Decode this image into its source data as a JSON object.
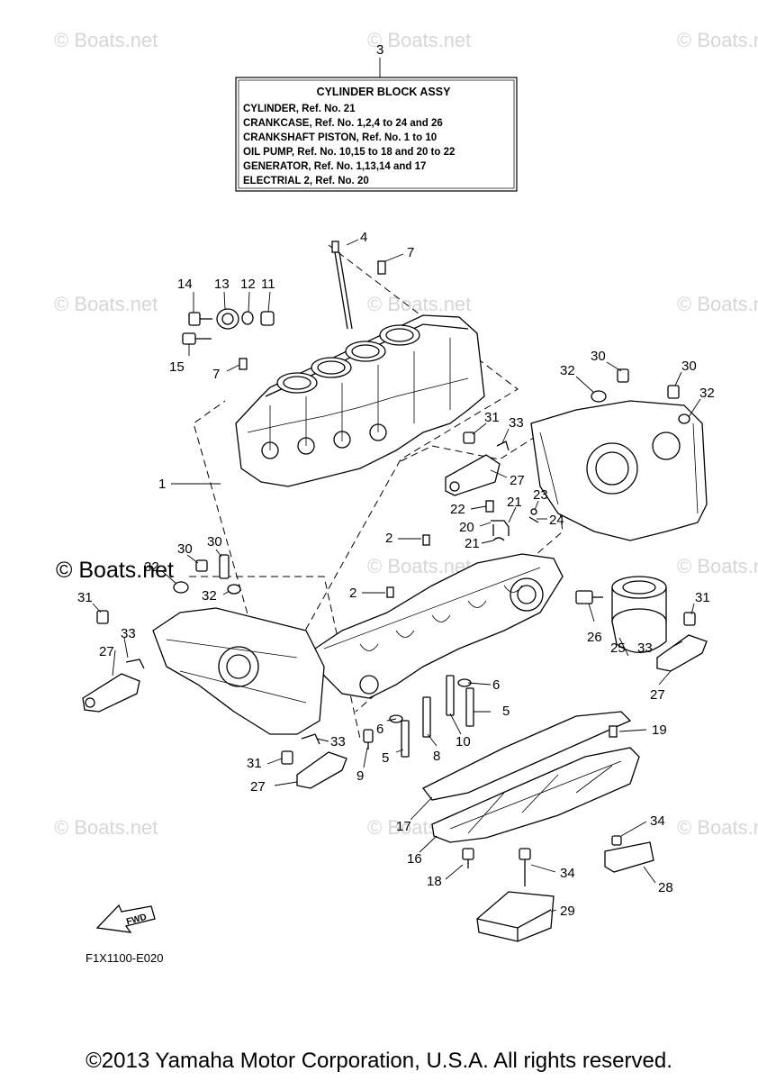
{
  "watermark": "© Boats.net",
  "assembly_box": {
    "ref": "3",
    "title": "CYLINDER BLOCK ASSY",
    "lines": [
      "CYLINDER, Ref. No. 21",
      "CRANKCASE,  Ref. No. 1,2,4 to 24 and 26",
      "CRANKSHAFT PISTON,  Ref. No. 1 to 10",
      "OIL PUMP,  Ref. No. 10,15 to 18 and 20 to 22",
      "GENERATOR,  Ref. No. 1,13,14 and 17",
      "ELECTRIAL 2,  Ref. No. 20"
    ]
  },
  "callouts": {
    "c4": "4",
    "c7a": "7",
    "c14": "14",
    "c13": "13",
    "c12": "12",
    "c11": "11",
    "c15": "15",
    "c7b": "7",
    "c1": "1",
    "c30a": "30",
    "c32a": "32",
    "c30b": "30",
    "c32b": "32",
    "c31a": "31",
    "c33a": "33",
    "c27a": "27",
    "c22": "22",
    "c21a": "21",
    "c23": "23",
    "c20": "20",
    "c24": "24",
    "c2a": "2",
    "c21b": "21",
    "c2b": "2",
    "c30c": "30",
    "c30d": "30",
    "c32c": "32",
    "c32d": "32",
    "c31b": "31",
    "c33b": "33",
    "c27b": "27",
    "c26": "26",
    "c25": "25",
    "c33c": "33",
    "c31c": "31",
    "c27c": "27",
    "c6a": "6",
    "c5a": "5",
    "c6b": "6",
    "c5b": "5",
    "c8": "8",
    "c10": "10",
    "c9": "9",
    "c33d": "33",
    "c31d": "31",
    "c27d": "27",
    "c19": "19",
    "c17": "17",
    "c16": "16",
    "c18": "18",
    "c34a": "34",
    "c34b": "34",
    "c28": "28",
    "c29": "29"
  },
  "fwd_label": "FWD",
  "figure_code": "F1X1100-E020",
  "copyright": "©2013 Yamaha Motor Corporation, U.S.A. All rights reserved."
}
